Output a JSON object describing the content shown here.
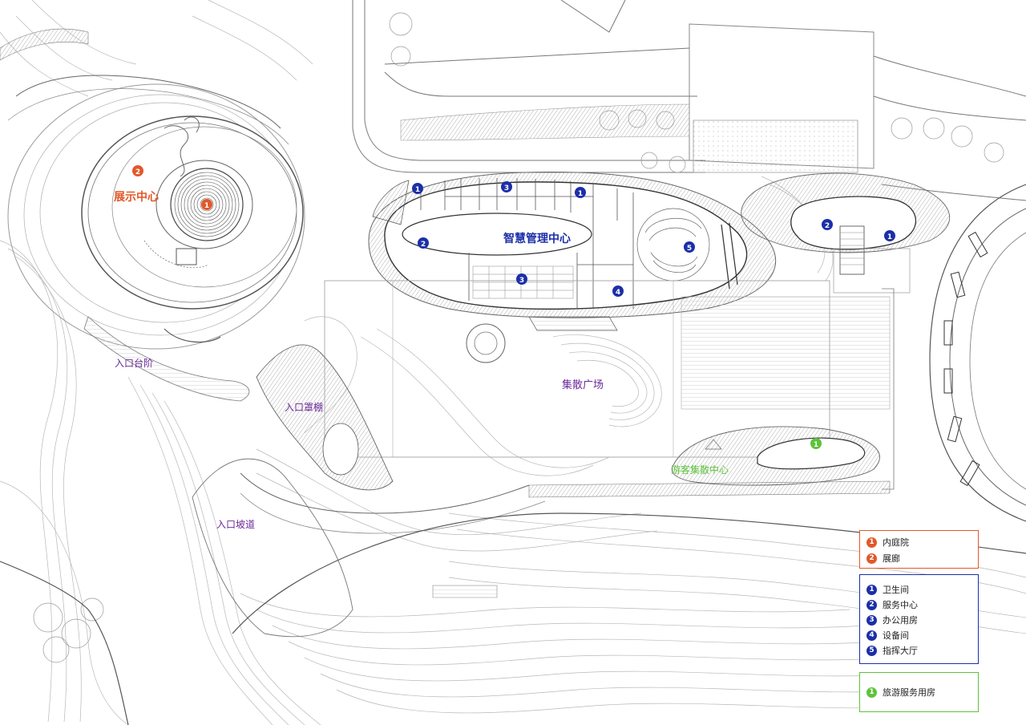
{
  "colors": {
    "orange": "#e2582a",
    "blue": "#1c2fa8",
    "green": "#5ec23c",
    "purple": "#6a2a9a",
    "line": "#8a8a8a",
    "hatch": "#b8b8b8"
  },
  "labels": {
    "exhibition_center": "展示中心",
    "smart_center": "智慧管理中心",
    "plaza": "集散广场",
    "entrance_steps": "入口台阶",
    "entrance_canopy": "入口罩棚",
    "entrance_ramp": "入口坡道",
    "visitor_center": "游客集散中心"
  },
  "markers": {
    "orange_2": "2",
    "orange_1": "1",
    "b1_left": "1",
    "b3_top": "3",
    "b1_mid": "1",
    "b2_left": "2",
    "b3_bottom": "3",
    "b4": "4",
    "b5": "5",
    "b2_right": "2",
    "b1_right": "1",
    "g1": "1"
  },
  "legend_orange": [
    {
      "num": "1",
      "label": "内庭院"
    },
    {
      "num": "2",
      "label": "展廊"
    }
  ],
  "legend_blue": [
    {
      "num": "1",
      "label": "卫生间"
    },
    {
      "num": "2",
      "label": "服务中心"
    },
    {
      "num": "3",
      "label": "办公用房"
    },
    {
      "num": "4",
      "label": "设备间"
    },
    {
      "num": "5",
      "label": "指挥大厅"
    }
  ],
  "legend_green": [
    {
      "num": "1",
      "label": "旅游服务用房"
    }
  ]
}
